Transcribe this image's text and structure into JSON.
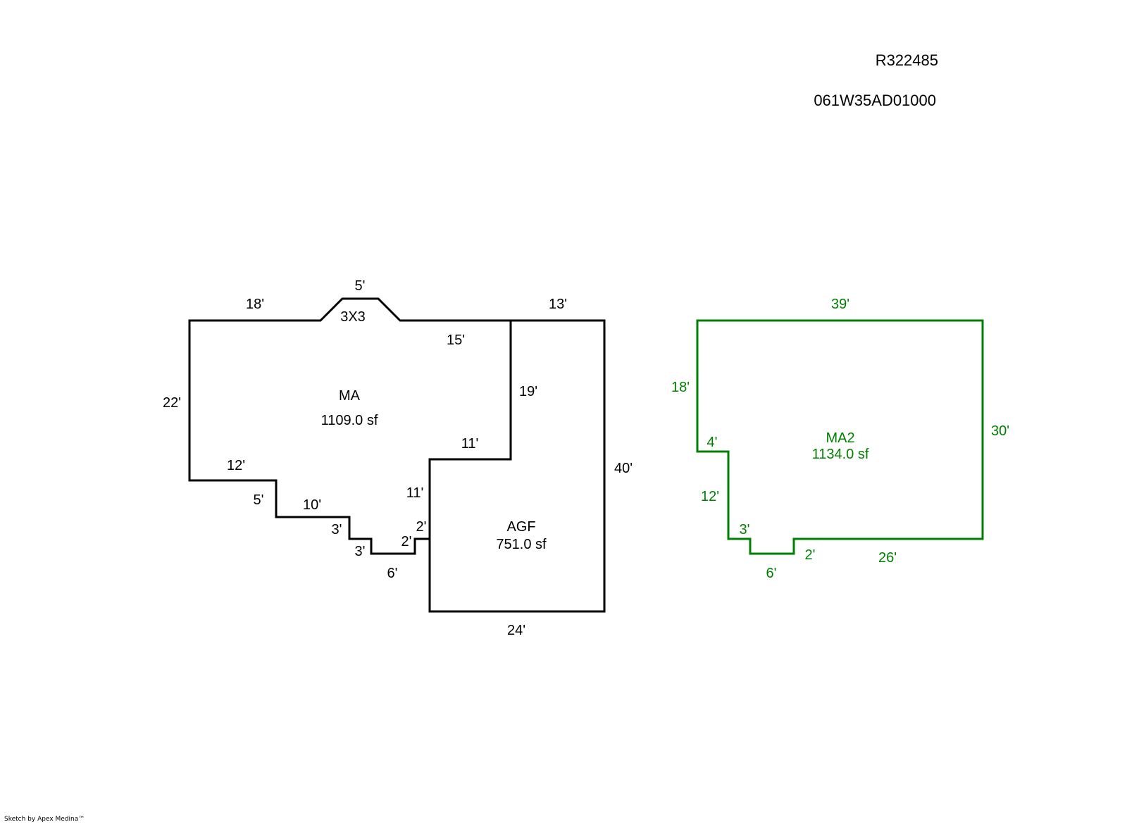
{
  "header": {
    "parcel_id": "R322485",
    "map_number": "061W35AD01000"
  },
  "building_1": {
    "line_color": "#000000",
    "areas": [
      {
        "code": "MA",
        "area": "1109.0 sf"
      },
      {
        "code": "AGF",
        "area": "751.0 sf"
      }
    ],
    "bay_label": "3X3",
    "dimensions": {
      "top_left": "18'",
      "bay_top": "5'",
      "top_right": "13'",
      "inner_top": "15'",
      "left": "22'",
      "garage_divider": "19'",
      "inner_step": "11'",
      "garage_right": "40'",
      "step_12": "12'",
      "step_5": "5'",
      "step_10": "10'",
      "step_3a": "3'",
      "step_3b": "3'",
      "step_6": "6'",
      "step_2a": "2'",
      "step_2b": "2'",
      "garage_left": "11'",
      "garage_bottom": "24'"
    }
  },
  "building_2": {
    "line_color": "#008000",
    "areas": [
      {
        "code": "MA2",
        "area": "1134.0 sf"
      }
    ],
    "dimensions": {
      "top": "39'",
      "left": "18'",
      "right": "30'",
      "step_4": "4'",
      "step_12": "12'",
      "step_3": "3'",
      "bottom_6": "6'",
      "step_2": "2'",
      "bottom_26": "26'"
    }
  },
  "footer": {
    "credit": "Sketch by Apex Medina™"
  }
}
